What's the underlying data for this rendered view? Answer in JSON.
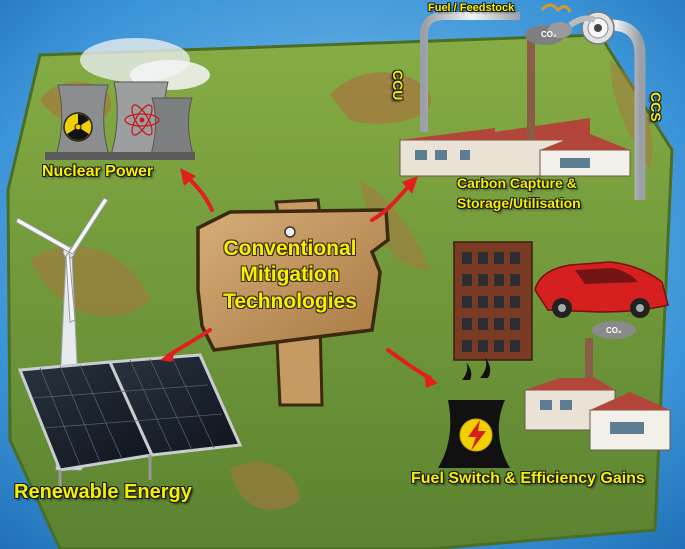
{
  "title_sign": [
    "Conventional",
    "Mitigation",
    "Technologies"
  ],
  "labels": {
    "nuclear": "Nuclear Power",
    "ccus_line1": "Carbon Capture &",
    "ccus_line2": "Storage/Utilisation",
    "renewable": "Renewable Energy",
    "fuel_switch": "Fuel Switch & Efficiency Gains",
    "ccu": "CCU",
    "ccs": "CCS",
    "fuel_feedstock": "Fuel / Feedstock",
    "co2_top": "CO₂",
    "co2_mid": "CO₂"
  },
  "icons": {
    "nuclear": "radiation-icon",
    "fuel": "lightning-bolt-icon",
    "arrows": "red-arrow-icon"
  },
  "colors": {
    "sky": "#2f8fd6",
    "grass": "#6f9a35",
    "label_yellow": "#f4f100",
    "arrow_red": "#e21f1f",
    "sign_wood": "#c79a63"
  }
}
